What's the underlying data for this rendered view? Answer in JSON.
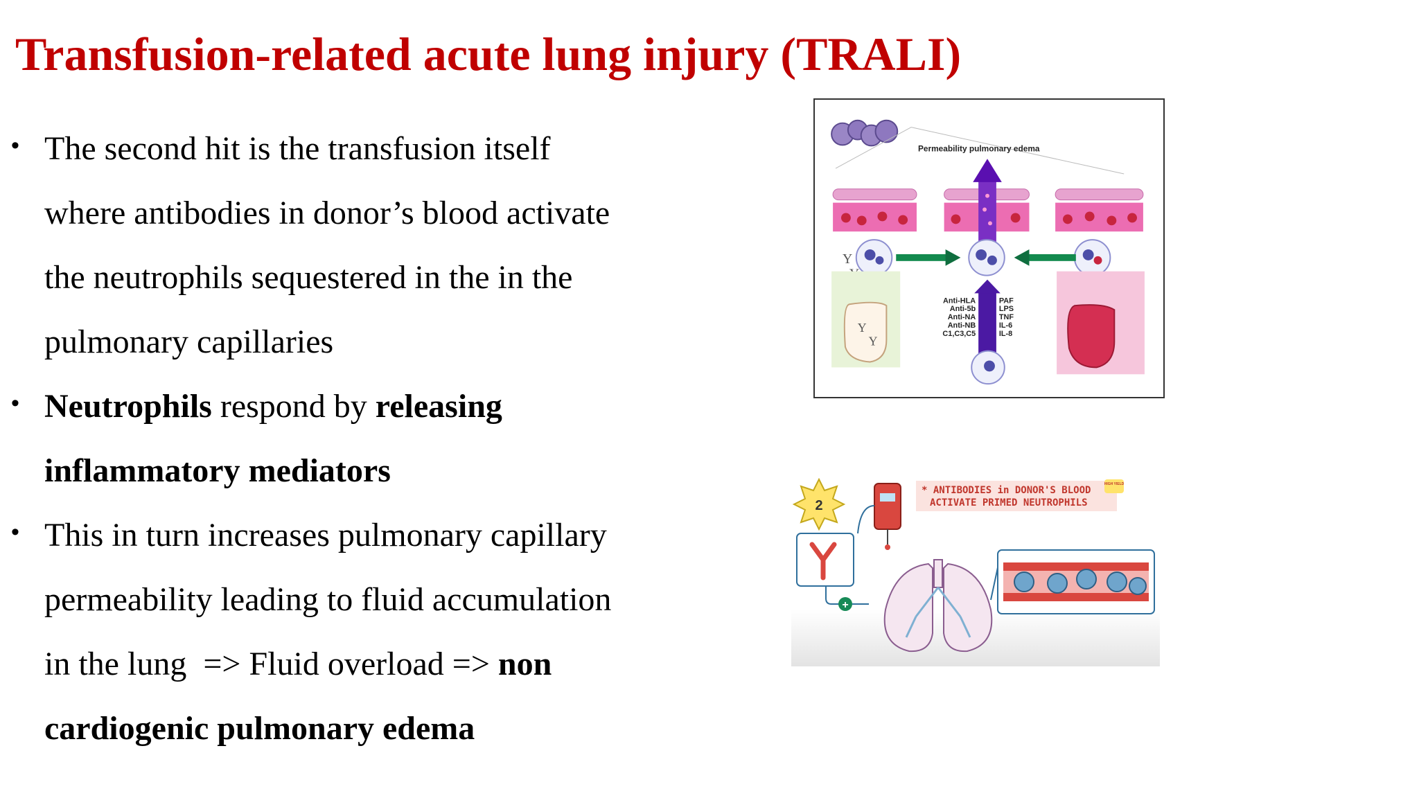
{
  "title": "Transfusion-related acute lung injury (TRALI)",
  "bullets": [
    {
      "lines": [
        [
          {
            "text": "The second hit is the transfusion itself",
            "bold": false
          }
        ],
        [
          {
            "text": "where antibodies in donor’s blood activate",
            "bold": false
          }
        ],
        [
          {
            "text": "the neutrophils sequestered in the in the",
            "bold": false
          }
        ],
        [
          {
            "text": "pulmonary capillaries",
            "bold": false
          }
        ]
      ]
    },
    {
      "lines": [
        [
          {
            "text": "Neutrophils",
            "bold": true
          },
          {
            "text": " respond by ",
            "bold": false
          },
          {
            "text": "releasing",
            "bold": true
          }
        ],
        [
          {
            "text": "inflammatory mediators",
            "bold": true
          }
        ]
      ]
    },
    {
      "lines": [
        [
          {
            "text": "This in turn increases pulmonary capillary",
            "bold": false
          }
        ],
        [
          {
            "text": "permeability leading to fluid accumulation",
            "bold": false
          }
        ],
        [
          {
            "text": "in the lung  => Fluid overload => ",
            "bold": false
          },
          {
            "text": "non",
            "bold": true
          }
        ],
        [
          {
            "text": "cardiogenic pulmonary edema",
            "bold": true
          }
        ]
      ]
    }
  ],
  "figure1": {
    "label": "Permeability pulmonary edema",
    "antibodies": [
      "Anti-HLA",
      "Anti-5b",
      "Anti-NA",
      "Anti-NB",
      "C1,C3,C5"
    ],
    "mediators": [
      "PAF",
      "LPS",
      "TNF",
      "IL-6",
      "IL-8"
    ]
  },
  "figure2": {
    "badge": "2",
    "caption_line1": "* ANTIBODIES in DONOR'S BLOOD",
    "caption_line2": "ACTIVATE PRIMED NEUTROPHILS",
    "tag": "HIGH YIELD"
  },
  "colors": {
    "title": "#c00000",
    "arrow_purple": "#5a0fb0",
    "arrow_green": "#0f6e3f",
    "tissue_pink": "#e66aa8",
    "vessel_red": "#d9473f",
    "outline_blue": "#2f6f9c"
  }
}
